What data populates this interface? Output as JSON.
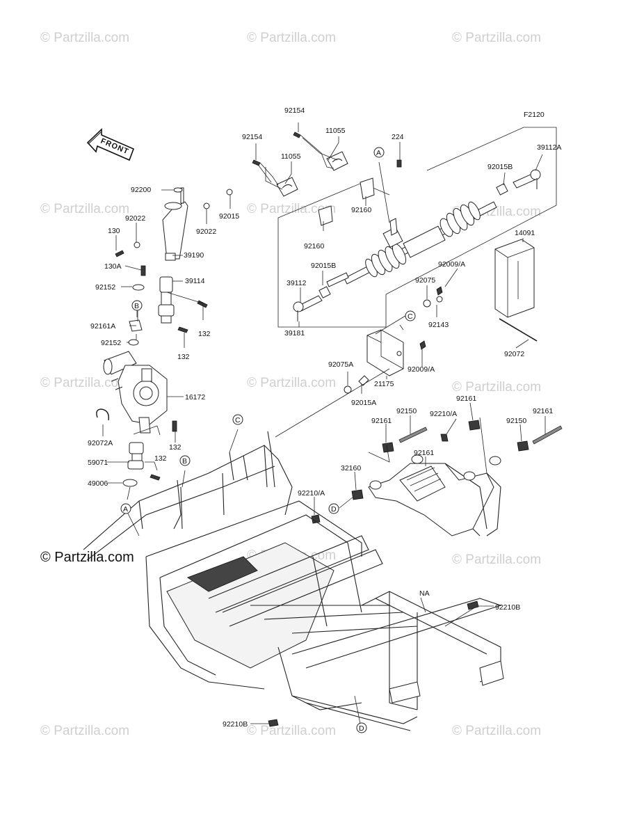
{
  "figure_code": "F2120",
  "front_arrow_label": "FRONT",
  "watermark_text": "© Partzilla.com",
  "callout_letters": [
    "A",
    "B",
    "C",
    "D"
  ],
  "parts": [
    {
      "id": "p1",
      "number": "92154"
    },
    {
      "id": "p2",
      "number": "11055"
    },
    {
      "id": "p3",
      "number": "224"
    },
    {
      "id": "p4",
      "number": "92154"
    },
    {
      "id": "p5",
      "number": "11055"
    },
    {
      "id": "p6",
      "number": "39112A"
    },
    {
      "id": "p7",
      "number": "92015B"
    },
    {
      "id": "p8",
      "number": "92160"
    },
    {
      "id": "p9",
      "number": "92160"
    },
    {
      "id": "p10",
      "number": "14091"
    },
    {
      "id": "p11",
      "number": "92015B"
    },
    {
      "id": "p12",
      "number": "92009/A"
    },
    {
      "id": "p13",
      "number": "39112"
    },
    {
      "id": "p14",
      "number": "92075"
    },
    {
      "id": "p15",
      "number": "92143"
    },
    {
      "id": "p16",
      "number": "39181"
    },
    {
      "id": "p17",
      "number": "92072"
    },
    {
      "id": "p18",
      "number": "92009/A"
    },
    {
      "id": "p19",
      "number": "92075A"
    },
    {
      "id": "p20",
      "number": "21175"
    },
    {
      "id": "p21",
      "number": "92015A"
    },
    {
      "id": "p22",
      "number": "92200"
    },
    {
      "id": "p23",
      "number": "92022"
    },
    {
      "id": "p24",
      "number": "92015"
    },
    {
      "id": "p25",
      "number": "130"
    },
    {
      "id": "p26",
      "number": "92022"
    },
    {
      "id": "p27",
      "number": "39190"
    },
    {
      "id": "p28",
      "number": "130A"
    },
    {
      "id": "p29",
      "number": "92152"
    },
    {
      "id": "p30",
      "number": "39114"
    },
    {
      "id": "p31",
      "number": "92161A"
    },
    {
      "id": "p32",
      "number": "132"
    },
    {
      "id": "p33",
      "number": "92152"
    },
    {
      "id": "p34",
      "number": "132"
    },
    {
      "id": "p35",
      "number": "16172"
    },
    {
      "id": "p36",
      "number": "92072A"
    },
    {
      "id": "p37",
      "number": "132"
    },
    {
      "id": "p38",
      "number": "59071"
    },
    {
      "id": "p39",
      "number": "132"
    },
    {
      "id": "p40",
      "number": "49006"
    },
    {
      "id": "p41",
      "number": "92161"
    },
    {
      "id": "p42",
      "number": "92150"
    },
    {
      "id": "p43",
      "number": "92210/A"
    },
    {
      "id": "p44",
      "number": "92161"
    },
    {
      "id": "p45",
      "number": "92150"
    },
    {
      "id": "p46",
      "number": "92161"
    },
    {
      "id": "p47",
      "number": "32160"
    },
    {
      "id": "p48",
      "number": "92161"
    },
    {
      "id": "p49",
      "number": "92210/A"
    },
    {
      "id": "p50",
      "number": "NA"
    },
    {
      "id": "p51",
      "number": "92210B"
    },
    {
      "id": "p52",
      "number": "92210B"
    }
  ]
}
